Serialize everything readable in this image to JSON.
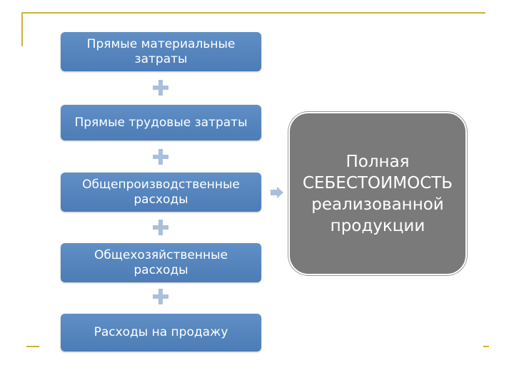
{
  "diagram": {
    "components": [
      "Прямые материальные\nзатраты",
      "Прямые трудовые затраты",
      "Общепроизводственные\nрасходы",
      "Общехозяйственные\nрасходы",
      "Расходы на продажу"
    ],
    "result": "Полная\nСЕБЕСТОИМОСТЬ\nреализованной\nпродукции"
  },
  "colors": {
    "box": "#4f7fba",
    "plus": "#a9bfdc",
    "result": "#7a7a7a",
    "frame": "#c9b23a"
  },
  "icons": [
    "plus-icon",
    "arrow-right-icon"
  ]
}
